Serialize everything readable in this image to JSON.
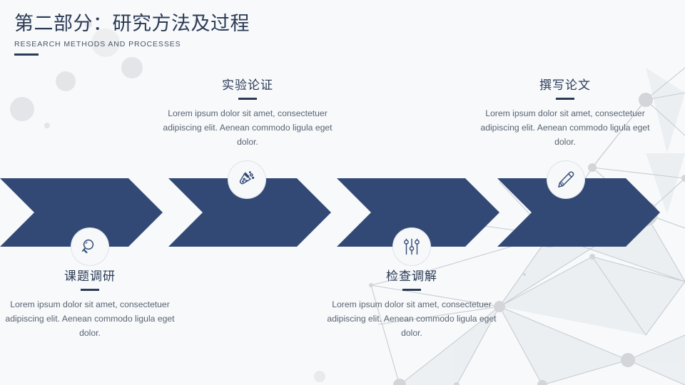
{
  "header": {
    "title": "第二部分：研究方法及过程",
    "subtitle": "RESEARCH METHODS AND PROCESSES"
  },
  "theme": {
    "navy": "#334975",
    "title_color": "#2b3a55",
    "body_color": "#5a6472",
    "background": "#f7f9fb",
    "node_gray": "#d3d5d8"
  },
  "steps": [
    {
      "index": 1,
      "title": "课题调研",
      "desc": "Lorem ipsum dolor sit amet, consectetuer adipiscing elit. Aenean commodo ligula eget dolor.",
      "icon": "magnifier-icon",
      "position": "below"
    },
    {
      "index": 2,
      "title": "实验论证",
      "desc": "Lorem ipsum dolor sit amet, consectetuer adipiscing elit. Aenean commodo ligula eget dolor.",
      "icon": "flask-icon",
      "position": "above"
    },
    {
      "index": 3,
      "title": "检查调解",
      "desc": "Lorem ipsum dolor sit amet, consectetuer adipiscing elit. Aenean commodo ligula eget dolor.",
      "icon": "sliders-icon",
      "position": "below"
    },
    {
      "index": 4,
      "title": "撰写论文",
      "desc": "Lorem ipsum dolor sit amet, consectetuer adipiscing elit. Aenean commodo ligula eget dolor.",
      "icon": "pencil-icon",
      "position": "above"
    }
  ]
}
